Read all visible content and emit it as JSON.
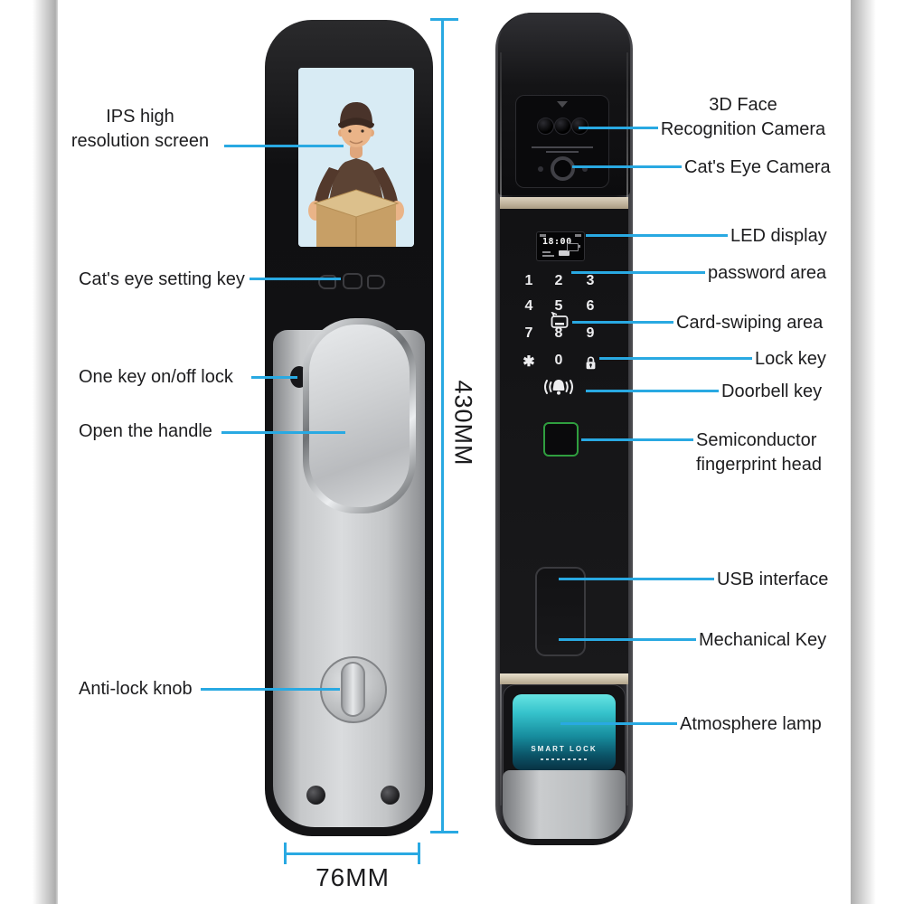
{
  "palette": {
    "callout_blue": "#29a9e2",
    "label_text": "#1d1d1f",
    "fingerprint_green": "#2f9e3f",
    "atmosphere_lamp_teal": "#35c2cb",
    "indoor_plate_silver": "#c6c8ca"
  },
  "left_labels": {
    "ips_screen": {
      "line1": "IPS high",
      "line2": "resolution screen"
    },
    "cats_eye_setting_key": {
      "line1": "Cat's eye setting key"
    },
    "one_key_on_off_lock": {
      "line1": "One key on/off lock"
    },
    "open_the_handle": {
      "line1": "Open the handle"
    },
    "anti_lock_knob": {
      "line1": "Anti-lock knob"
    }
  },
  "right_labels": {
    "face_camera": {
      "line1": "3D Face",
      "line2": "Recognition Camera"
    },
    "cats_eye_camera": {
      "line1": "Cat's Eye Camera"
    },
    "led_display": {
      "line1": "LED display"
    },
    "password_area": {
      "line1": "password area"
    },
    "card_swiping_area": {
      "line1": "Card-swiping area"
    },
    "lock_key": {
      "line1": "Lock key"
    },
    "doorbell_key": {
      "line1": "Doorbell key"
    },
    "fingerprint_head": {
      "line1": "Semiconductor",
      "line2": "fingerprint head"
    },
    "usb_interface": {
      "line1": "USB interface"
    },
    "mechanical_key": {
      "line1": "Mechanical Key"
    },
    "atmosphere_lamp": {
      "line1": "Atmosphere lamp"
    }
  },
  "dimensions": {
    "height": "430MM",
    "width": "76MM"
  },
  "outdoor_panel": {
    "display_time": "18:00",
    "keypad": [
      "1",
      "2",
      "3",
      "4",
      "5",
      "6",
      "7",
      "8",
      "9",
      "✱",
      "0"
    ],
    "brand": "SMART LOCK",
    "icons": {
      "card_swipe_icon": "card outline with swipe mark",
      "lock_key_icon": "padlock",
      "doorbell_icon": "bell with sound waves",
      "battery_icon": "battery",
      "fingerprint_area": "green square outline"
    }
  }
}
